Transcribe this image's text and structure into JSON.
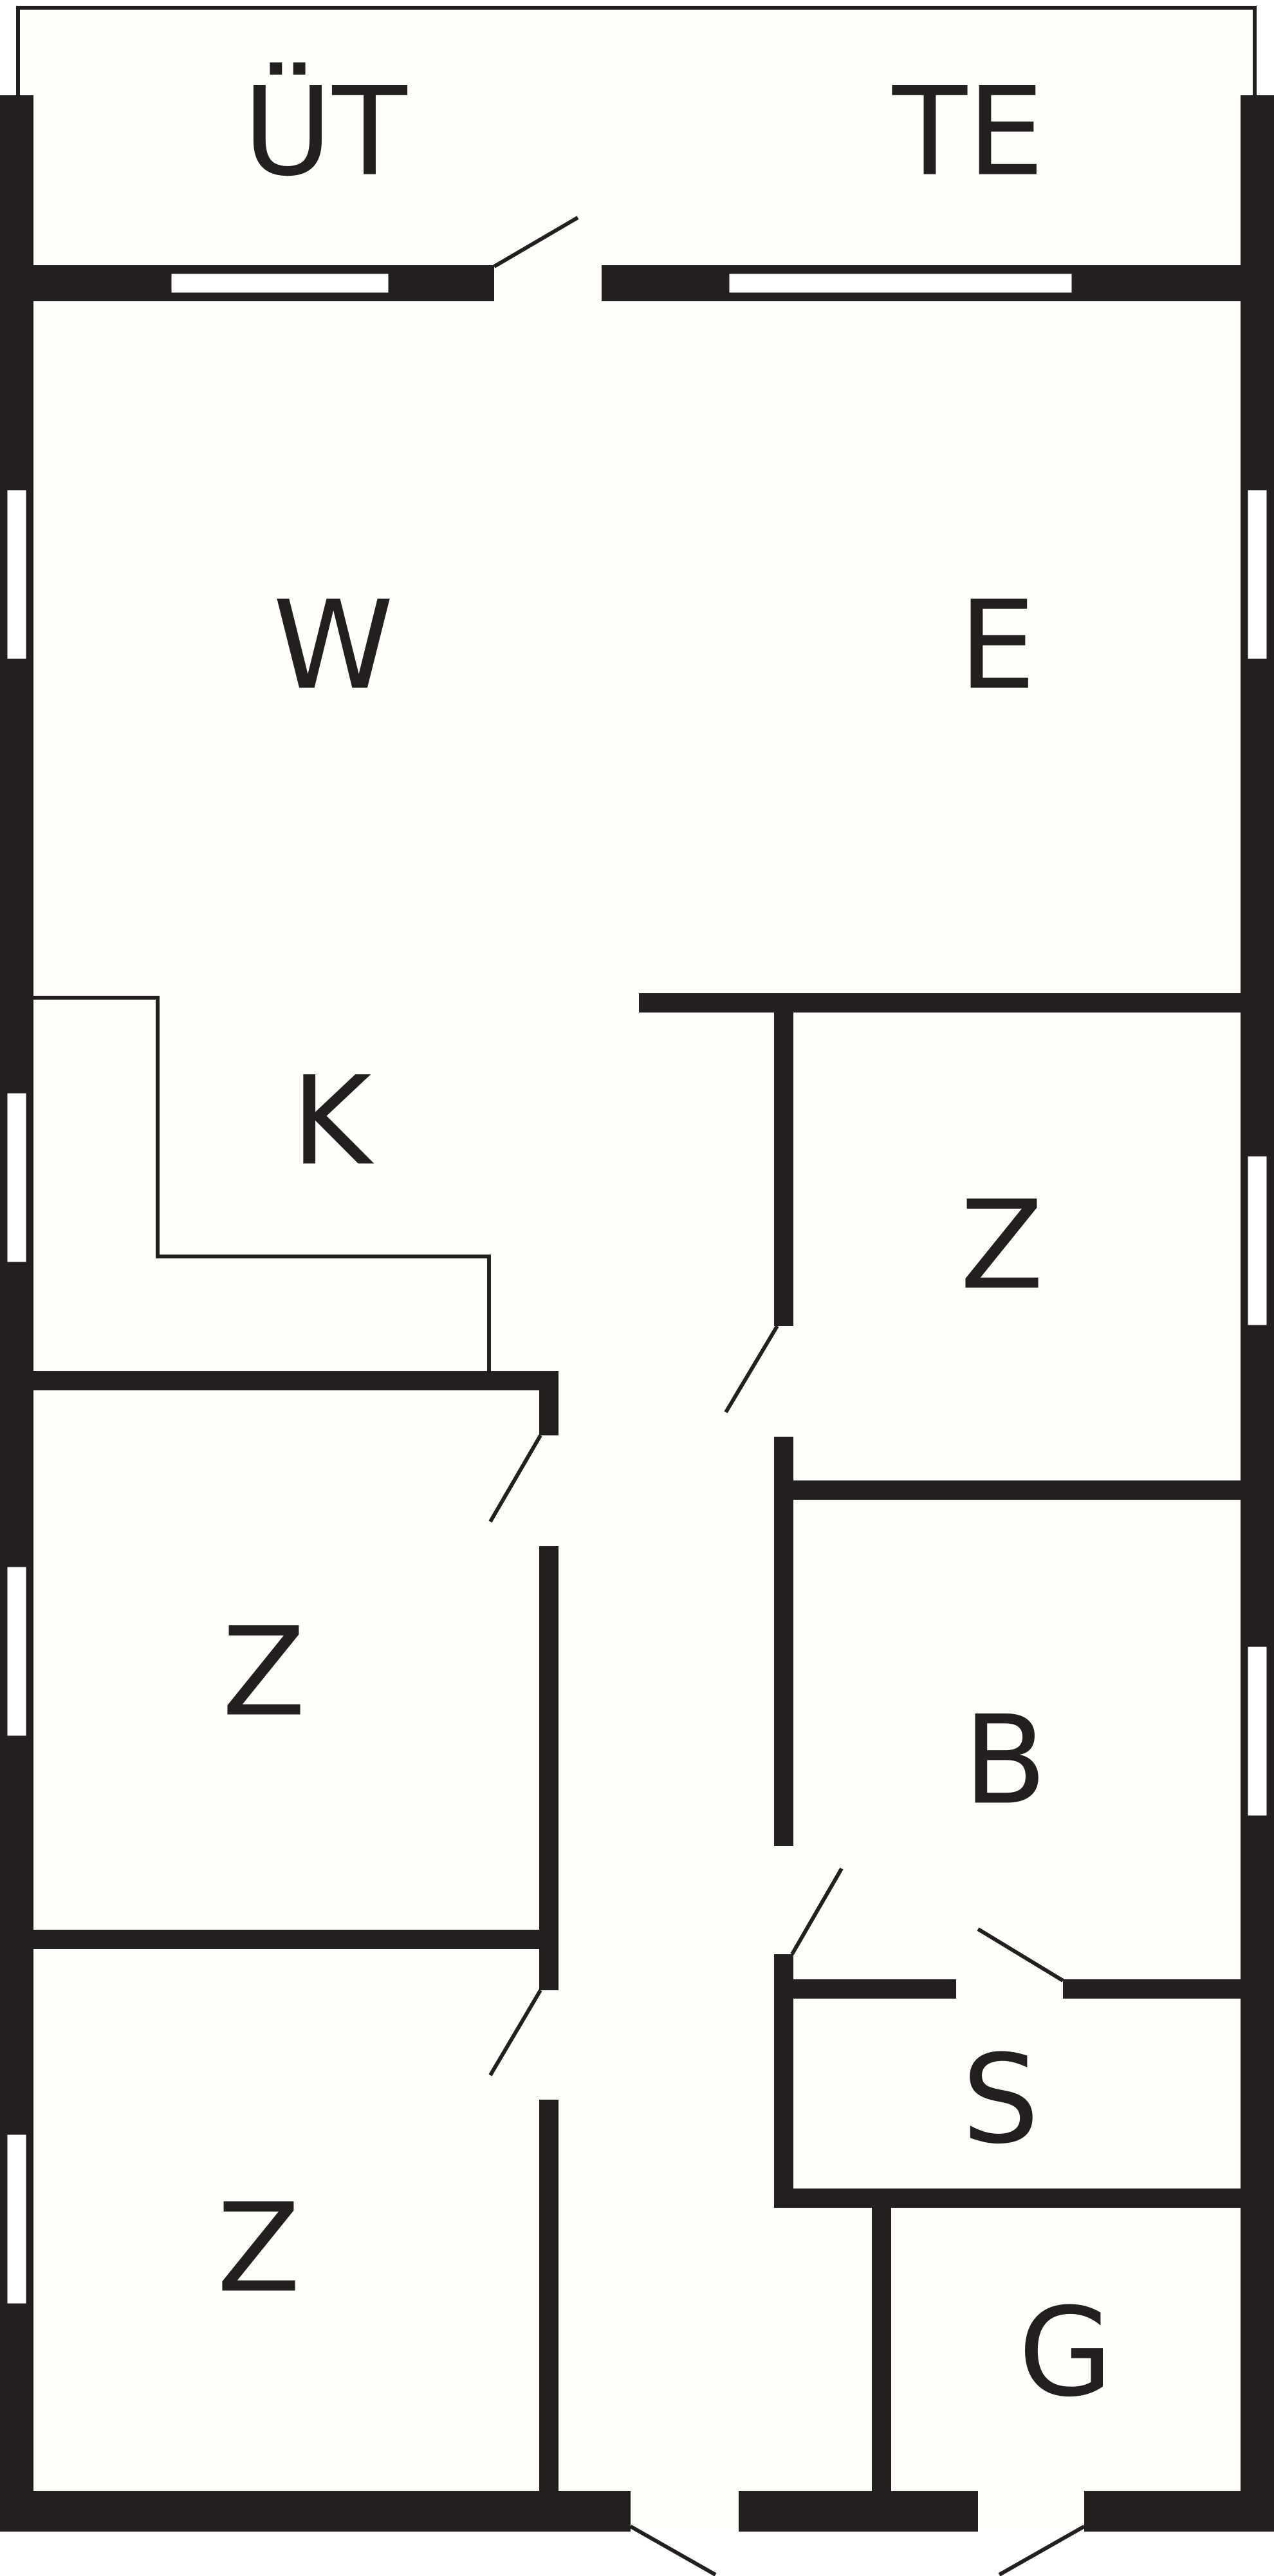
{
  "plan": {
    "colors": {
      "wall": "#231f20",
      "floor": "#fefefa",
      "window": "#ffffff"
    },
    "rooms": [
      {
        "id": "balcony-left",
        "label": "ÜT"
      },
      {
        "id": "balcony-right",
        "label": "TE"
      },
      {
        "id": "living-left",
        "label": "W"
      },
      {
        "id": "living-right",
        "label": "E"
      },
      {
        "id": "kitchen",
        "label": "K"
      },
      {
        "id": "room-right-upper",
        "label": "Z"
      },
      {
        "id": "room-left-upper",
        "label": "Z"
      },
      {
        "id": "bathroom",
        "label": "B"
      },
      {
        "id": "storage",
        "label": "S"
      },
      {
        "id": "room-left-lower",
        "label": "Z"
      },
      {
        "id": "garderobe",
        "label": "G"
      }
    ]
  }
}
